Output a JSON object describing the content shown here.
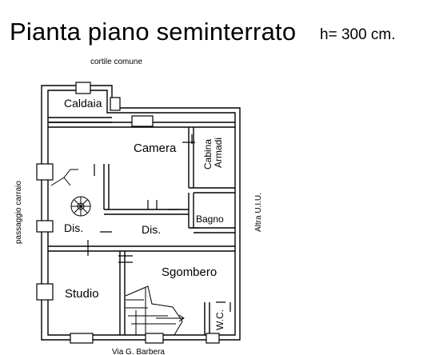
{
  "title": "Pianta piano seminterrato",
  "height": "h= 300 cm.",
  "sides": {
    "top": "cortile comune",
    "left": "passaggio carraio",
    "right": "Altra U.I.U.",
    "bottom": "Via G. Barbera"
  },
  "rooms": {
    "caldaia": "Caldaia",
    "camera": "Camera",
    "cabina": "Cabina",
    "armadi": "Armadi",
    "dis1": "Dis.",
    "dis2": "Dis.",
    "bagno": "Bagno",
    "sgombero": "Sgombero",
    "studio": "Studio",
    "wc": "W.C."
  }
}
